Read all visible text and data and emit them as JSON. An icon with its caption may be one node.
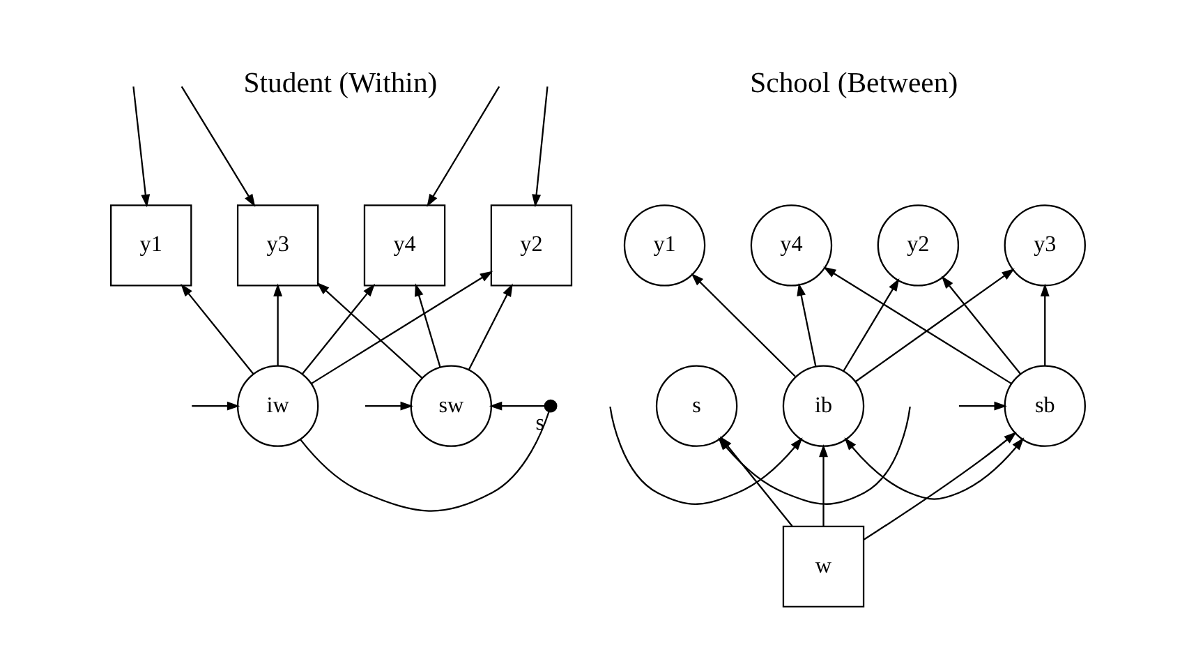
{
  "diagram": {
    "nodes": [
      {
        "text": [
          "y1"
        ]
      },
      {
        "text": [
          "y2"
        ]
      },
      {
        "text": [
          "y3"
        ]
      },
      {
        "text": [
          "y4"
        ]
      },
      {
        "text": [
          "iw"
        ]
      },
      {
        "text": [
          "sw"
        ]
      },
      {
        "text": [],
        "shape": "dot",
        "beside": [
          "s"
        ]
      },
      {
        "text": [
          "y1"
        ]
      },
      {
        "text": [
          "y2"
        ]
      },
      {
        "text": [
          "y3"
        ]
      },
      {
        "text": [
          "y4"
        ]
      },
      {
        "text": [
          "s"
        ]
      },
      {
        "text": [
          "ib"
        ]
      },
      {
        "text": [
          "sb"
        ]
      },
      {
        "text": [
          "w"
        ]
      }
    ],
    "edges": [
      {
        "from": null,
        "to": 0,
        "arrow": "to"
      },
      {
        "from": null,
        "to": 1,
        "arrow": "to"
      },
      {
        "from": null,
        "to": 2,
        "arrow": "to"
      },
      {
        "from": null,
        "to": 3,
        "arrow": "to"
      },
      {
        "from": 4,
        "to": 0,
        "arrow": "to"
      },
      {
        "from": 4,
        "to": 1,
        "arrow": "to"
      },
      {
        "from": 4,
        "to": 2,
        "arrow": "to"
      },
      {
        "from": 4,
        "to": 3,
        "arrow": "to"
      },
      {
        "from": 5,
        "to": 1,
        "arrow": "to"
      },
      {
        "from": 5,
        "to": 2,
        "arrow": "to"
      },
      {
        "from": 5,
        "to": 3,
        "arrow": "to"
      },
      {
        "from": null,
        "to": 4,
        "arrow": "to"
      },
      {
        "from": 4,
        "to": 6,
        "arrow": "none"
      },
      {
        "from": 6,
        "to": 5,
        "arrow": "to"
      },
      {
        "from": null,
        "to": 5,
        "arrow": "to"
      },
      {
        "from": 12,
        "to": 7,
        "arrow": "to"
      },
      {
        "from": 12,
        "to": 8,
        "arrow": "to"
      },
      {
        "from": 12,
        "to": 9,
        "arrow": "to"
      },
      {
        "from": 12,
        "to": 10,
        "arrow": "to"
      },
      {
        "from": 13,
        "to": 8,
        "arrow": "to"
      },
      {
        "from": 13,
        "to": 9,
        "arrow": "to"
      },
      {
        "from": 13,
        "to": 10,
        "arrow": "to"
      },
      {
        "from": null,
        "to": 11,
        "arrow": "to"
      },
      {
        "from": null,
        "to": 12,
        "arrow": "to"
      },
      {
        "from": null,
        "to": 13,
        "arrow": "to"
      },
      {
        "from": 12,
        "to": 13,
        "arrow": "both"
      },
      {
        "from": 14,
        "to": 11,
        "arrow": "to"
      },
      {
        "from": 14,
        "to": 12,
        "arrow": "to"
      },
      {
        "from": 14,
        "to": 13,
        "arrow": "to"
      }
    ],
    "labels": [
      "Student (Within)",
      "School (Between)"
    ]
  }
}
